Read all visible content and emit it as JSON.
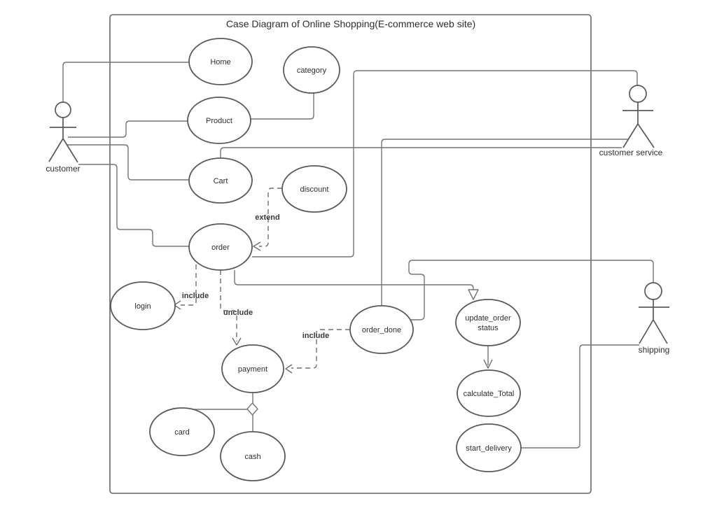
{
  "title": "Case Diagram of Online Shopping(E-commerce web site)",
  "actors": [
    {
      "id": "customer",
      "label": "customer"
    },
    {
      "id": "customer-service",
      "label": "customer service"
    },
    {
      "id": "shipping",
      "label": "shipping"
    }
  ],
  "use_cases": [
    {
      "id": "home",
      "label": "Home"
    },
    {
      "id": "category",
      "label": "category"
    },
    {
      "id": "product",
      "label": "Product"
    },
    {
      "id": "cart",
      "label": "Cart"
    },
    {
      "id": "discount",
      "label": "discount"
    },
    {
      "id": "order",
      "label": "order"
    },
    {
      "id": "login",
      "label": "login"
    },
    {
      "id": "order-done",
      "label": "order_done"
    },
    {
      "id": "update-order-status",
      "label": "update_order",
      "label2": "status"
    },
    {
      "id": "calculate-total",
      "label": "calculate_Total"
    },
    {
      "id": "start-delivery",
      "label": "start_delivery"
    },
    {
      "id": "payment",
      "label": "payment"
    },
    {
      "id": "card",
      "label": "card"
    },
    {
      "id": "cash",
      "label": "cash"
    }
  ],
  "edge_labels": {
    "extend": "extend",
    "include_login": "include",
    "unclude": "unclude",
    "include_payment": "include"
  },
  "colors": {
    "shape_stroke": "#595959",
    "edge_stroke": "#757575",
    "text": "#2e2e2e",
    "background": "#ffffff"
  }
}
